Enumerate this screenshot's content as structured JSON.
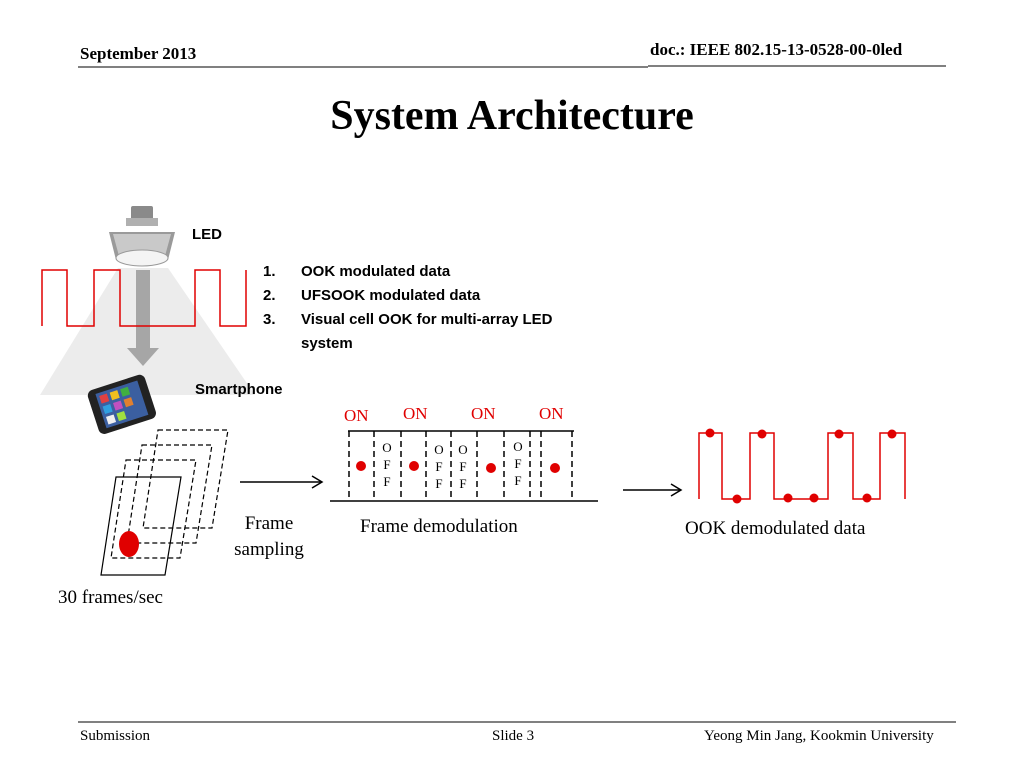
{
  "header": {
    "date": "September 2013",
    "doc": "doc.: IEEE 802.15-13-0528-00-0led"
  },
  "title": "System Architecture",
  "labels": {
    "led": "LED",
    "smartphone": "Smartphone",
    "frame_sampling_line1": "Frame",
    "frame_sampling_line2": "sampling",
    "frames_per_sec": "30 frames/sec",
    "frame_demodulation": "Frame demodulation",
    "ook_demodulated": "OOK demodulated data"
  },
  "list": [
    {
      "num": "1.",
      "text": "OOK modulated data"
    },
    {
      "num": "2.",
      "text": "UFSOOK modulated data"
    },
    {
      "num": "3.",
      "text": "Visual cell OOK for multi-array LED system"
    }
  ],
  "frames": {
    "on_labels": [
      "ON",
      "ON",
      "ON",
      "ON"
    ],
    "off_letters": [
      "O",
      "F",
      "F"
    ]
  },
  "footer": {
    "left": "Submission",
    "center": "Slide 3",
    "right": "Yeong Min Jang, Kookmin University"
  },
  "colors": {
    "signal_red": "#e00000",
    "accent_line": "#000000"
  }
}
